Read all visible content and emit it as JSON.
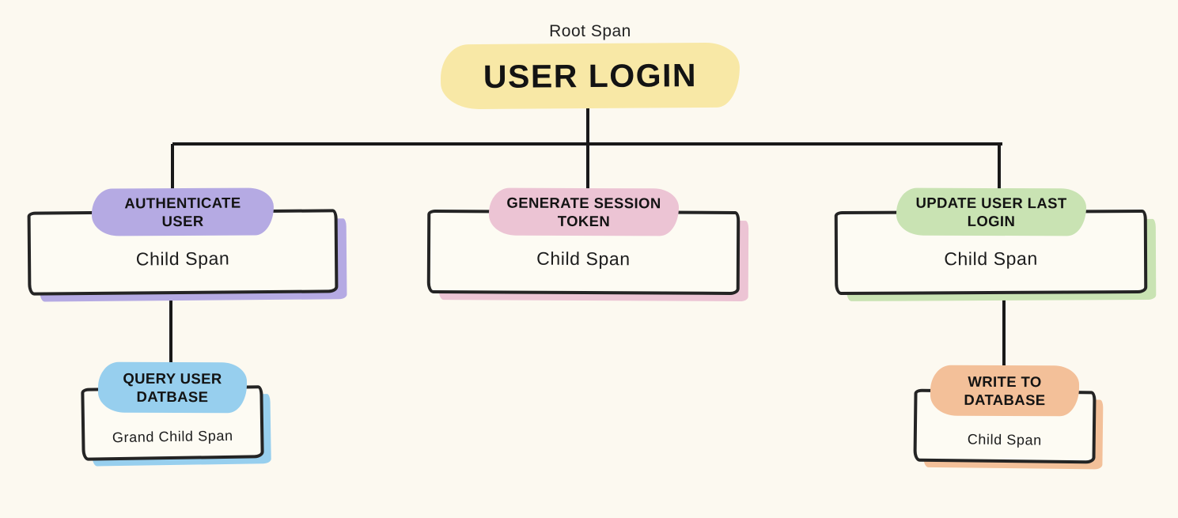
{
  "canvas": {
    "background": "#fcf9f0",
    "ink_color": "#191919"
  },
  "root": {
    "tag": "Root Span",
    "title": "USER LOGIN",
    "color": "#f8e8a6"
  },
  "children": [
    {
      "label": "AUTHENTICATE USER",
      "body": "Child Span",
      "color": "#b5aae3"
    },
    {
      "label": "GENERATE SESSION TOKEN",
      "body": "Child Span",
      "color": "#ecc4d4"
    },
    {
      "label": "UPDATE USER LAST LOGIN",
      "body": "Child Span",
      "color": "#c9e3b3"
    }
  ],
  "grandchildren": [
    {
      "label": "QUERY USER DATBASE",
      "body": "Grand Child Span",
      "color": "#97cfee"
    },
    {
      "label": "WRITE TO DATABASE",
      "body": "Child Span",
      "color": "#f3c099"
    }
  ]
}
